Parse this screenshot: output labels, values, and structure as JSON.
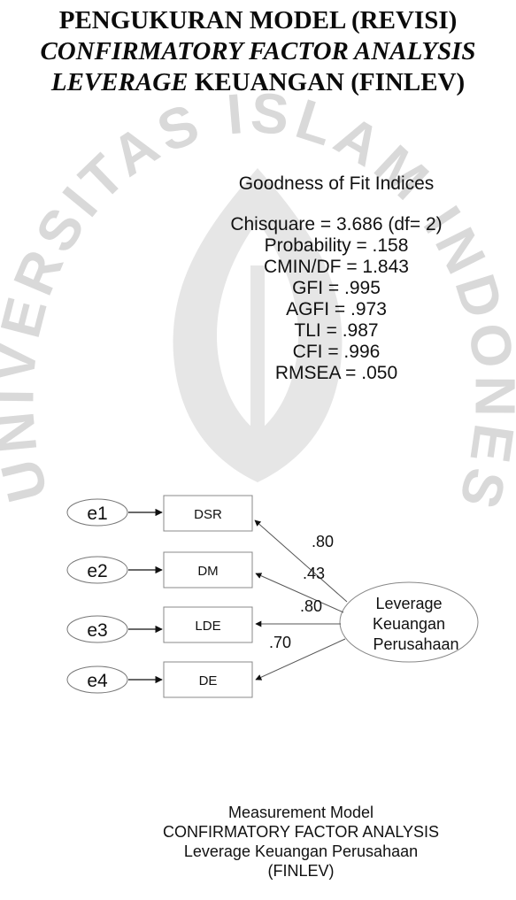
{
  "title": {
    "line1": "PENGUKURAN MODEL (REVISI)",
    "line2": "CONFIRMATORY FACTOR ANALYSIS",
    "line3_italic": "LEVERAGE",
    "line3_rest": " KEUANGAN (FINLEV)"
  },
  "watermark": {
    "arc_text": "UNIVERSITAS ISLAM INDONESIA",
    "color": "#d9d9d9"
  },
  "fit": {
    "heading": "Goodness of Fit Indices",
    "lines": [
      "Chisquare = 3.686 (df= 2)",
      "Probability = .158",
      "CMIN/DF = 1.843",
      "GFI = .995",
      "AGFI = .973",
      "TLI = .987",
      "CFI = .996",
      "RMSEA = .050"
    ]
  },
  "diagram": {
    "errors": [
      "e1",
      "e2",
      "e3",
      "e4"
    ],
    "indicators": [
      "DSR",
      "DM",
      "LDE",
      "DE"
    ],
    "loadings": [
      ".80",
      ".43",
      ".80",
      ".70"
    ],
    "latent": [
      "Leverage",
      "Keuangan",
      "Perusahaan"
    ]
  },
  "caption": {
    "line1": "Measurement Model",
    "line2": "CONFIRMATORY FACTOR ANALYSIS",
    "line3": "Leverage Keuangan Perusahaan",
    "line4": "(FINLEV)"
  }
}
